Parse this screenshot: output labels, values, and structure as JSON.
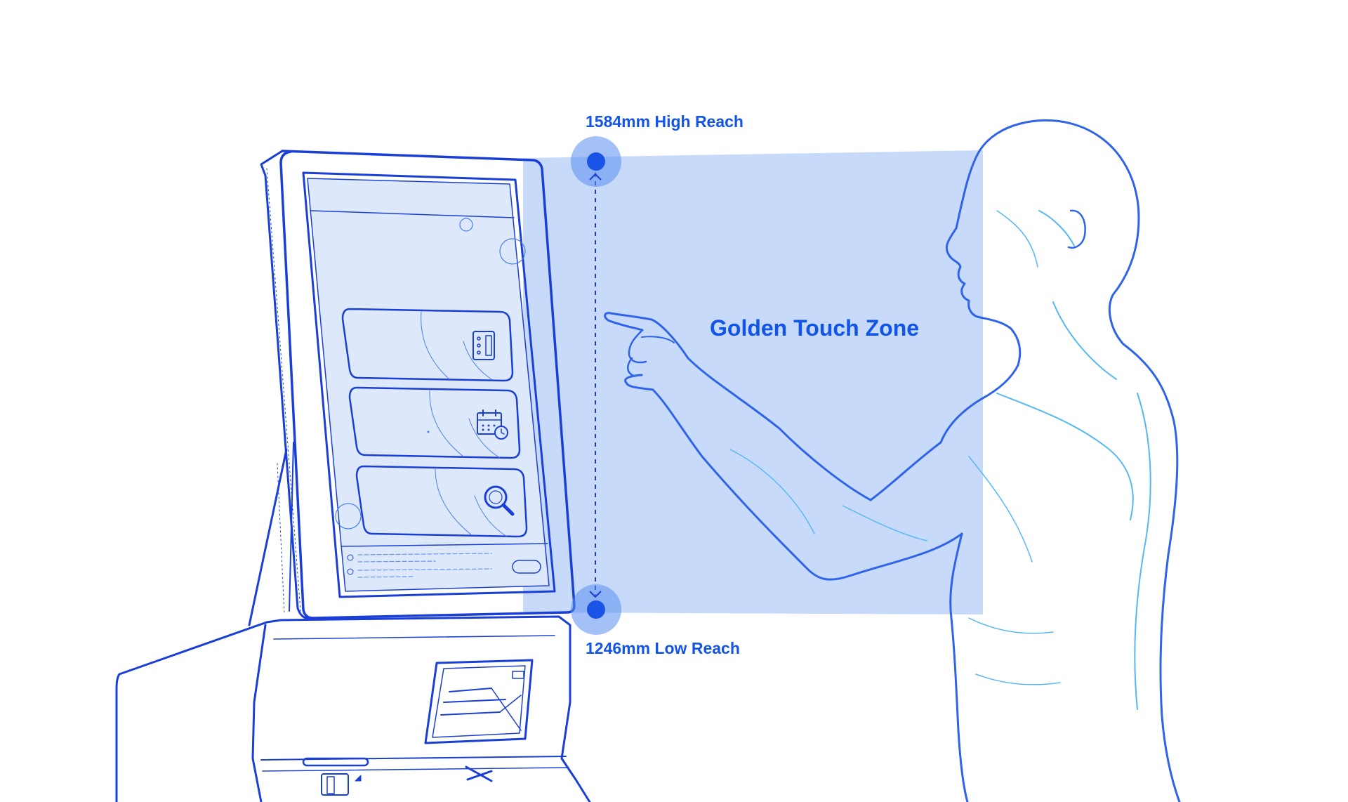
{
  "diagram": {
    "high_reach_label": "1584mm High Reach",
    "low_reach_label": "1246mm Low Reach",
    "zone_label": "Golden Touch Zone"
  },
  "colors": {
    "accent": "#1254e6",
    "zone_fill": "#c7daf9",
    "line": "#1a3fd6",
    "body_line": "#3aa0f0"
  },
  "kiosk": {
    "menu_icons": [
      "id-card-icon",
      "calendar-clock-icon",
      "search-icon"
    ]
  }
}
